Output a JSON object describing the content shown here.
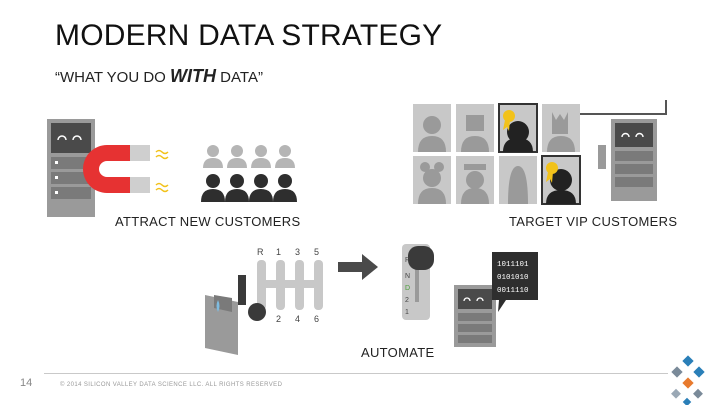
{
  "slide": {
    "title": "MODERN DATA STRATEGY",
    "subtitle_before": "“WHAT YOU DO ",
    "subtitle_emph": "WITH",
    "subtitle_after": " DATA”"
  },
  "captions": {
    "attract": "ATTRACT NEW CUSTOMERS",
    "target": "TARGET VIP CUSTOMERS",
    "automate": "AUTOMATE"
  },
  "gear_labels": {
    "top": [
      "R",
      "1",
      "3",
      "5"
    ],
    "bottom": [
      "2",
      "4",
      "6"
    ]
  },
  "shifter_labels": [
    "R",
    "N",
    "D",
    "2",
    "1"
  ],
  "binary_lines": [
    "1011101",
    "0101010",
    "0011110"
  ],
  "footer": {
    "page_number": "14",
    "copyright": "© 2014 SILICON VALLEY DATA SCIENCE LLC. ALL RIGHTS RESERVED"
  },
  "colors": {
    "magnet_red": "#e63232",
    "dark_gray": "#3a3a3a",
    "mid_gray": "#9a9a9a",
    "light_gray": "#c8c8c8",
    "ribbon_yellow": "#f2c21a",
    "arrow_gray": "#4a4a4a",
    "logo_blue": "#2a7fb8",
    "logo_orange": "#e87a2d"
  },
  "icons": [
    "server-icon",
    "magnet-icon",
    "crowd-icon",
    "gear-shift-icon",
    "arrow-right-icon",
    "shifter-lever-icon",
    "speech-bubble-icon",
    "company-logo-icon"
  ]
}
